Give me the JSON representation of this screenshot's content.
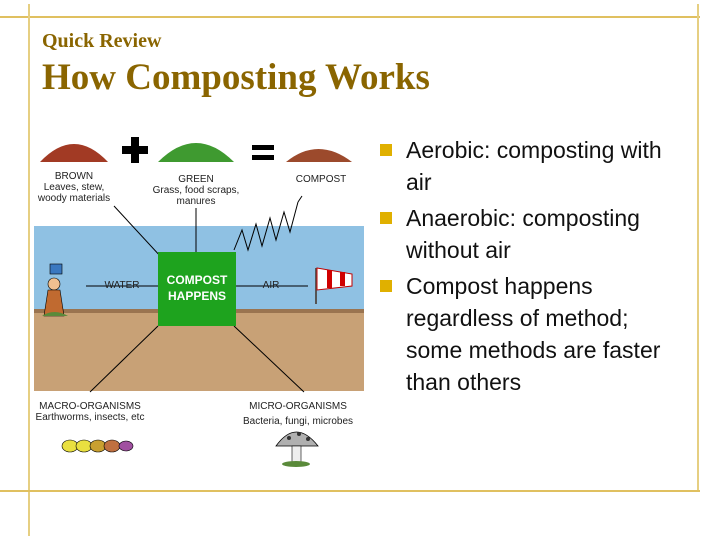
{
  "slide": {
    "subtitle": "Quick Review",
    "title": "How Composting Works"
  },
  "diagram": {
    "brown_label": "BROWN",
    "brown_desc_1": "Leaves, stew,",
    "brown_desc_2": "woody materials",
    "green_label": "GREEN",
    "green_desc_1": "Grass, food scraps,",
    "green_desc_2": "manures",
    "compost_label": "COMPOST",
    "center_line_1": "COMPOST",
    "center_line_2": "HAPPENS",
    "water_label": "WATER",
    "air_label": "AIR",
    "macro_label": "MACRO-ORGANISMS",
    "macro_desc": "Earthworms, insects, etc",
    "micro_label": "MICRO-ORGANISMS",
    "micro_desc": "Bacteria, fungi, microbes"
  },
  "bullets": [
    "Aerobic: composting with air",
    "Anaerobic: composting without air",
    "Compost happens regardless of method; some methods are faster than others"
  ],
  "colors": {
    "title": "#8a6500",
    "bullet": "#e0b000",
    "frame": "#e0c060",
    "compost_box": "#1ea31e",
    "sky": "#8fc1e3",
    "soil": "#c8a176"
  }
}
